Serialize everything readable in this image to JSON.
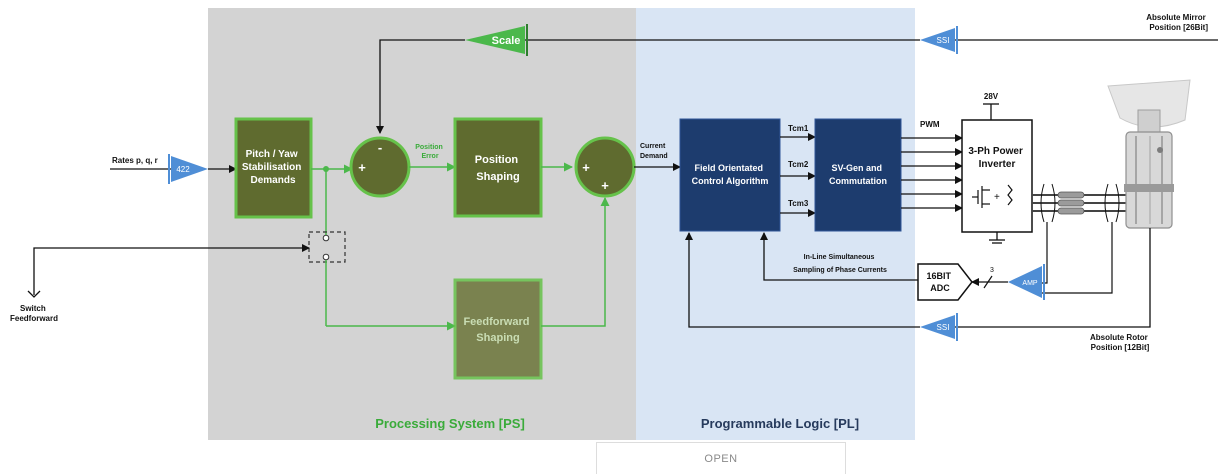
{
  "colors": {
    "ps_background": "#d3d3d3",
    "pl_background": "#d9e5f4",
    "green_block_fill": "#5f6b2f",
    "green_block_border": "#66c24a",
    "green_text": "#3aab3a",
    "blue_block_fill": "#1d3c6e",
    "blue_text": "#263a5c",
    "ssi_blue": "#4f8ed6"
  },
  "regions": {
    "ps_label": "Processing System [PS]",
    "pl_label": "Programmable Logic  [PL]"
  },
  "blocks": {
    "stabilisation": [
      "Pitch / Yaw",
      "Stabilisation",
      "Demands"
    ],
    "position_shaping": [
      "Position",
      "Shaping"
    ],
    "feedforward_shaping": [
      "Feedforward",
      "Shaping"
    ],
    "foc": [
      "Field Orientated",
      "Control Algorithm"
    ],
    "svgen": [
      "SV-Gen and",
      "Commutation"
    ],
    "inverter": [
      "3-Ph Power",
      "Inverter"
    ],
    "adc": [
      "16BIT",
      "ADC"
    ]
  },
  "signals": {
    "scale": "Scale",
    "rates_input": "Rates p, q, r",
    "rates_port": "422",
    "switch_ff": [
      "Switch",
      "Feedforward"
    ],
    "position_error": [
      "Position",
      "Error"
    ],
    "current_demand": [
      "Current",
      "Demand"
    ],
    "tcm1": "Tcm1",
    "tcm2": "Tcm2",
    "tcm3": "Tcm3",
    "pwm": "PWM",
    "voltage": "28V",
    "sampling": [
      "In-Line Simultaneous",
      "Sampling of Phase Currents"
    ],
    "adc_bus_width": "3",
    "amp": "AMP",
    "ssi_mirror": "SSI",
    "ssi_rotor": "SSI",
    "mirror_position": [
      "Absolute Mirror",
      "Position [26Bit]"
    ],
    "rotor_position": [
      "Absolute Rotor",
      "Position [12Bit]"
    ],
    "sum1_minus": "-",
    "sum1_plus": "+",
    "sum2_plus_left": "+",
    "sum2_plus_bottom": "+"
  },
  "ui": {
    "open_button": "OPEN"
  }
}
